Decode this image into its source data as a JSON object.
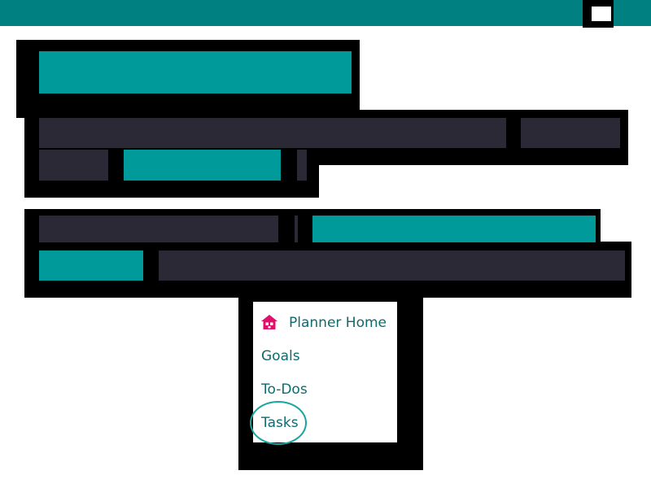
{
  "menu": {
    "items": [
      {
        "label": "Planner Home",
        "icon": "home-icon"
      },
      {
        "label": "Goals"
      },
      {
        "label": "To-Dos"
      },
      {
        "label": "Tasks"
      }
    ]
  },
  "colors": {
    "topbar": "#008080",
    "teal": "#009a9a",
    "dark": "#2b2935",
    "link": "#0e6b6e",
    "icon": "#e0106a",
    "highlight": "#1aa59f"
  }
}
